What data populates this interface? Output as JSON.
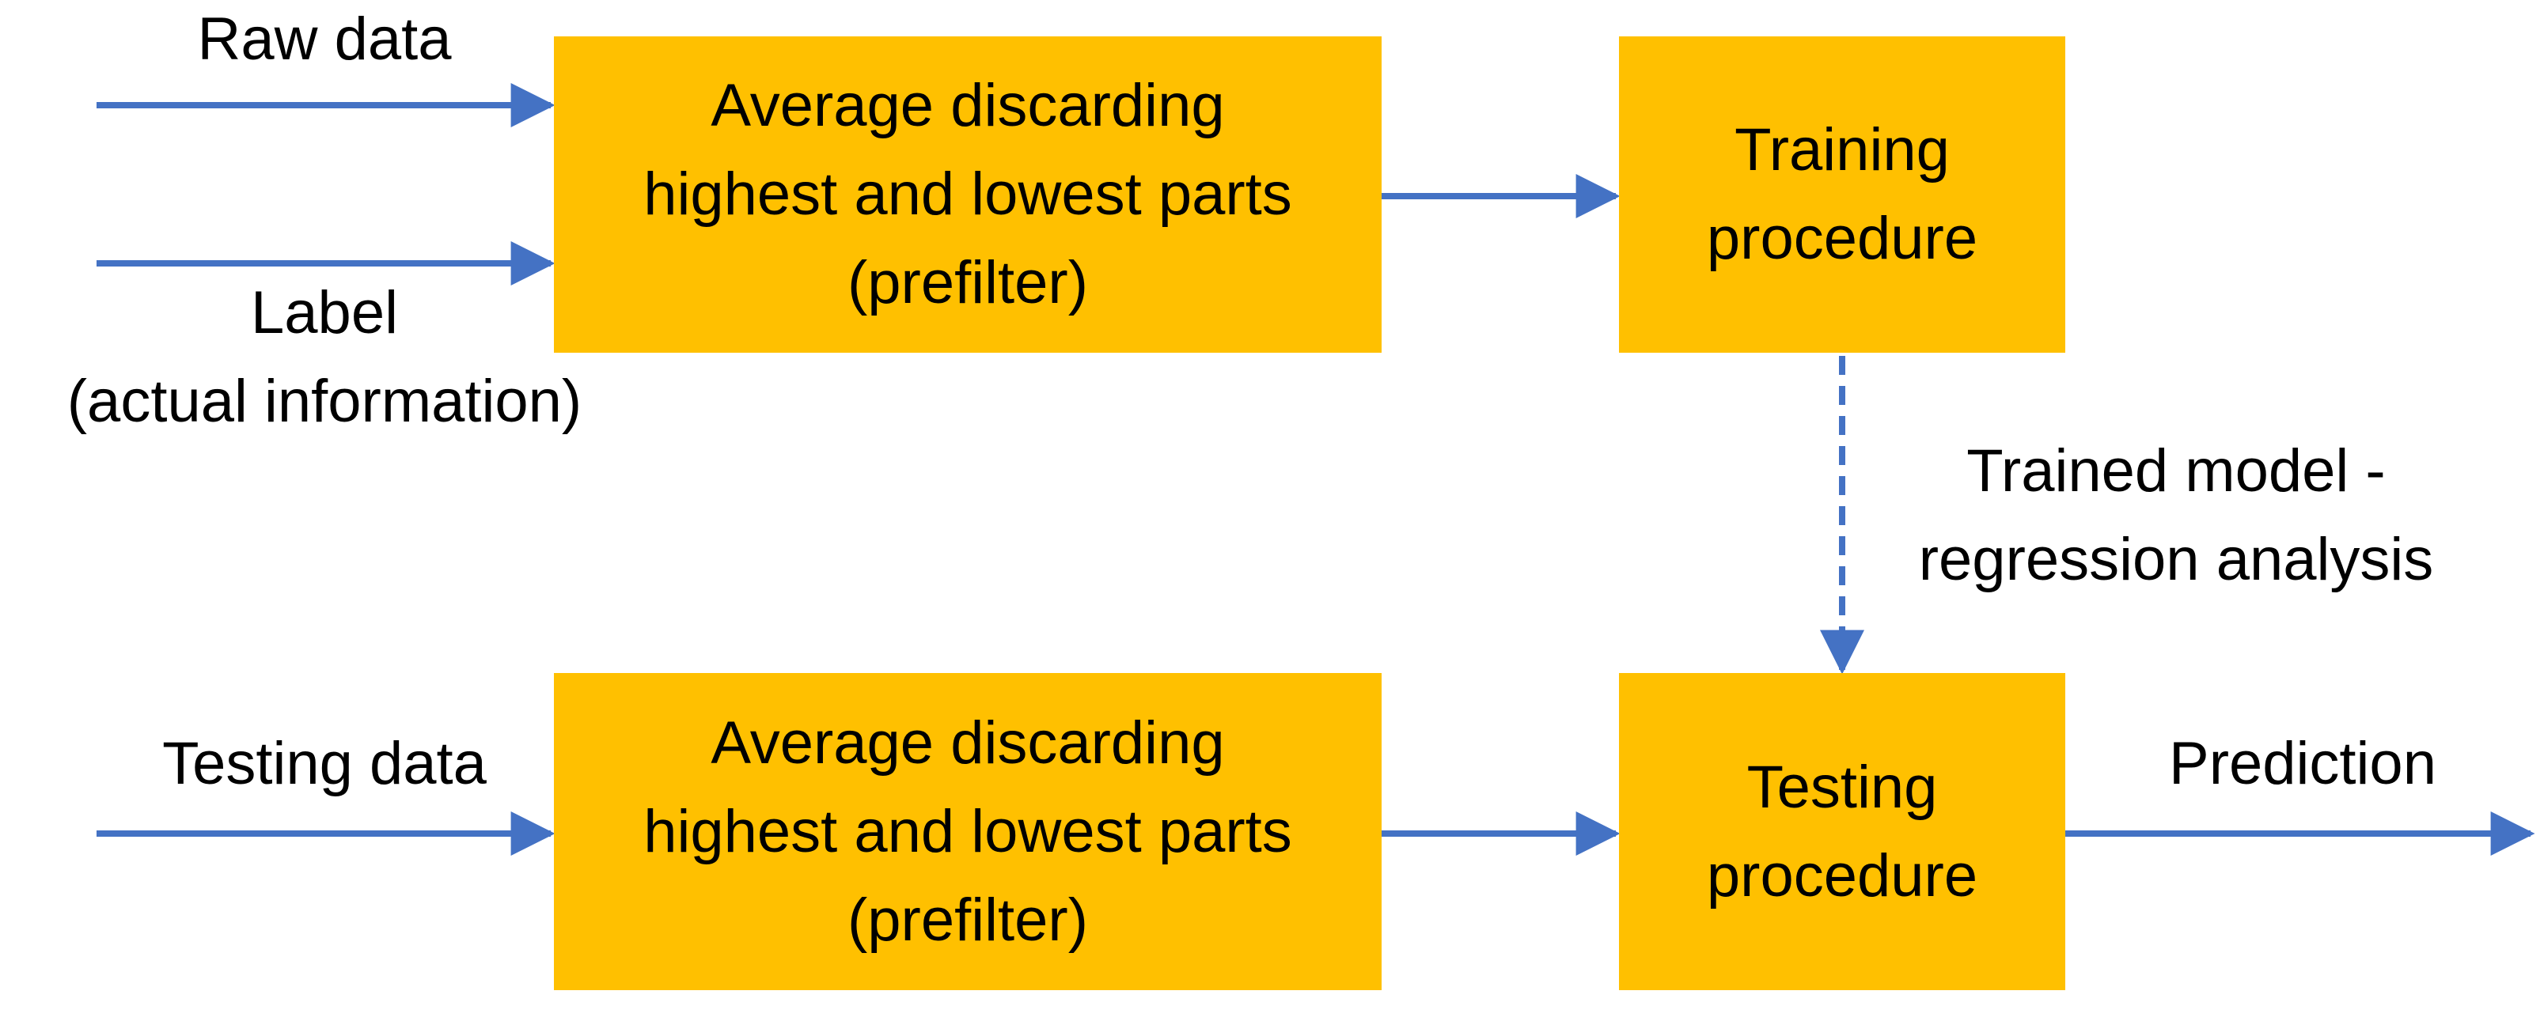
{
  "colors": {
    "box_fill": "#FFC000",
    "arrow": "#4472C4",
    "text": "#000000"
  },
  "boxes": {
    "prefilter_top": "Average discarding\nhighest and lowest parts\n(prefilter)",
    "training": "Training\nprocedure",
    "prefilter_bottom": "Average discarding\nhighest and lowest parts\n(prefilter)",
    "testing": "Testing\nprocedure"
  },
  "labels": {
    "raw_data": "Raw data",
    "label": "Label\n(actual information)",
    "testing_data": "Testing data",
    "trained_model": "Trained model -\nregression analysis",
    "prediction": "Prediction"
  },
  "edges": [
    {
      "from": "raw_data",
      "to": "prefilter_top",
      "style": "solid"
    },
    {
      "from": "label",
      "to": "prefilter_top",
      "style": "solid"
    },
    {
      "from": "prefilter_top",
      "to": "training",
      "style": "solid"
    },
    {
      "from": "training",
      "to": "testing",
      "style": "dashed",
      "label": "trained_model"
    },
    {
      "from": "testing_data",
      "to": "prefilter_bottom",
      "style": "solid"
    },
    {
      "from": "prefilter_bottom",
      "to": "testing",
      "style": "solid"
    },
    {
      "from": "testing",
      "to": "prediction",
      "style": "solid"
    }
  ]
}
